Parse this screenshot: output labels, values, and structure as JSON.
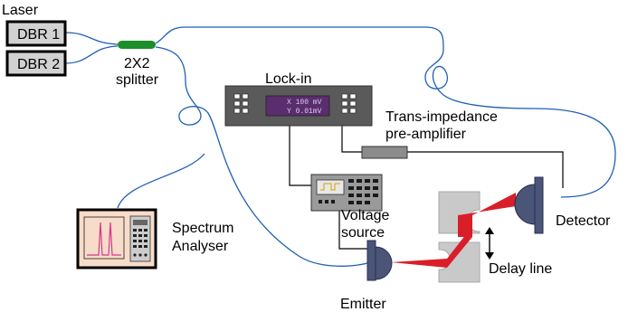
{
  "labels": {
    "laser": "Laser",
    "dbr1": "DBR 1",
    "dbr2": "DBR 2",
    "splitter_line1": "2X2",
    "splitter_line2": "splitter",
    "lockin": "Lock-in",
    "lockin_x": "X  100 mV",
    "lockin_y": "Y  0.01mV",
    "tia_line1": "Trans-impedance",
    "tia_line2": "pre-amplifier",
    "voltage_line1": "Voltage",
    "voltage_line2": "source",
    "spectrum_line1": "Spectrum",
    "spectrum_line2": "Analyser",
    "detector": "Detector",
    "delay": "Delay line",
    "emitter": "Emitter"
  },
  "colors": {
    "fiber": "#1f5fb5",
    "splitter": "#1c8f2a",
    "beam": "#d91e2a",
    "instrument": "#5a5a5a",
    "lcd": "#5a2d6e",
    "head": "#4a5578",
    "mirror": "#c9c9c9"
  }
}
